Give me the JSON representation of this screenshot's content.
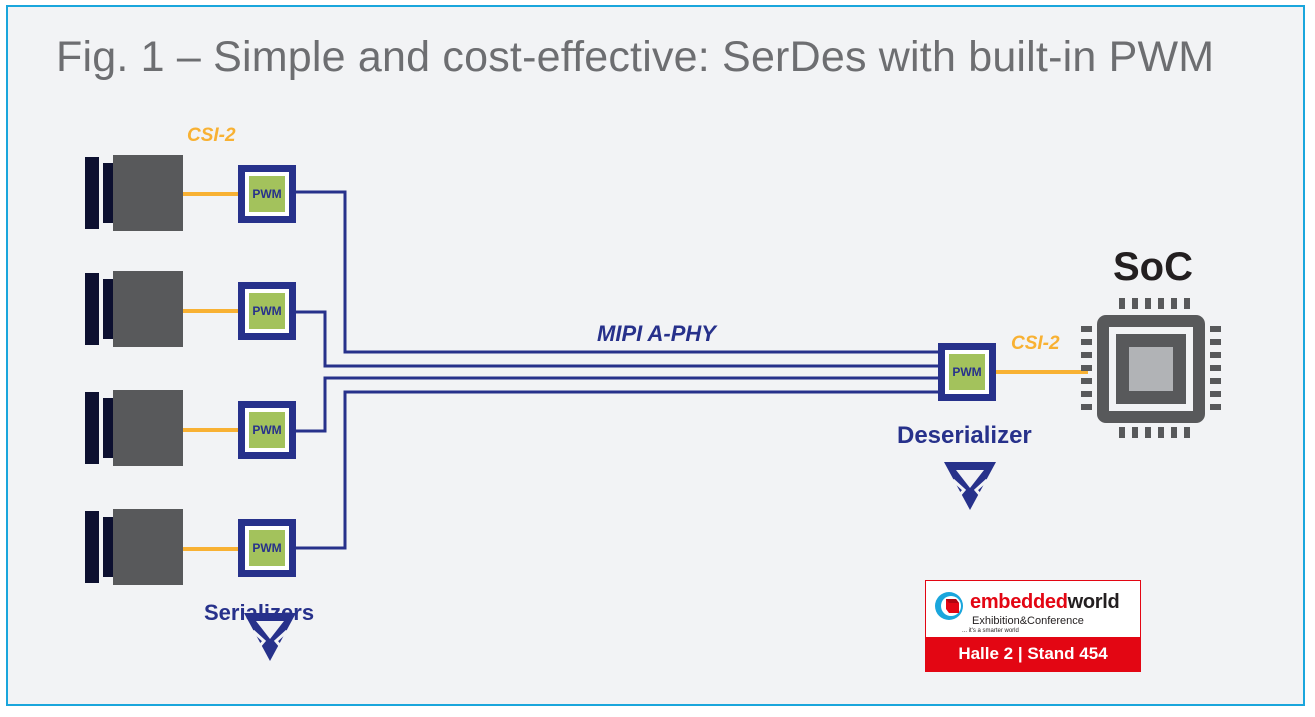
{
  "title": "Fig. 1 – Simple and cost-effective: SerDes with built-in PWM",
  "labels": {
    "csi2_serializer": "CSI-2",
    "csi2_deserializer": "CSI-2",
    "link": "MIPI A-PHY",
    "serializers": "Serializers",
    "deserializer": "Deserializer",
    "soc": "SoC",
    "pwm": "PWM"
  },
  "brand": {
    "name_part1": "embedded",
    "name_part2": "world",
    "subtitle": "Exhibition&Conference",
    "tagline": "... it's a smarter world",
    "stand": "Halle 2  |  Stand 454"
  },
  "colors": {
    "border": "#1aa6dc",
    "navy": "#27318b",
    "pwm_fill": "#a3c25c",
    "csi_yellow": "#f8b133",
    "camera_dark": "#0d1030",
    "camera_gray": "#58595b",
    "brand_red": "#e30613"
  },
  "icons": {
    "camera": "camera-icon",
    "chip": "soc-chip-icon",
    "logo": "vendor-logo-icon"
  }
}
